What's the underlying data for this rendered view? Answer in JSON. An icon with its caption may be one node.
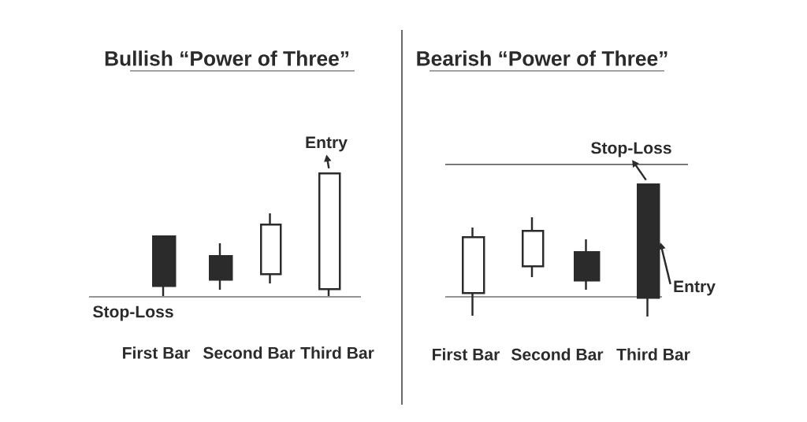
{
  "diagram": {
    "nodes": [
      {
        "text": [
          "Entry"
        ]
      },
      {
        "text": [],
        "shape": "bar"
      },
      {
        "text": [],
        "shape": "bar"
      },
      {
        "text": [],
        "shape": "bar"
      },
      {
        "text": [],
        "shape": "bar"
      },
      {
        "text": [
          "Stop-Loss"
        ]
      },
      {
        "text": [
          "Entry"
        ]
      },
      {
        "text": [],
        "shape": "bar"
      },
      {
        "text": [],
        "shape": "bar"
      },
      {
        "text": [],
        "shape": "bar"
      },
      {
        "text": [],
        "shape": "bar"
      }
    ],
    "edges": [
      {
        "from": 4,
        "to": 0,
        "arrow": "to"
      },
      {
        "from": 10,
        "to": 5,
        "arrow": "to"
      },
      {
        "from": 6,
        "to": 10,
        "arrow": "to"
      }
    ],
    "labels": [
      "Bullish “Power of Three”",
      "Bearish “Power of Three”",
      "Stop-Loss",
      "First Bar",
      "Second Bar",
      "Third Bar",
      "First Bar",
      "Second Bar",
      "Third Bar"
    ]
  }
}
